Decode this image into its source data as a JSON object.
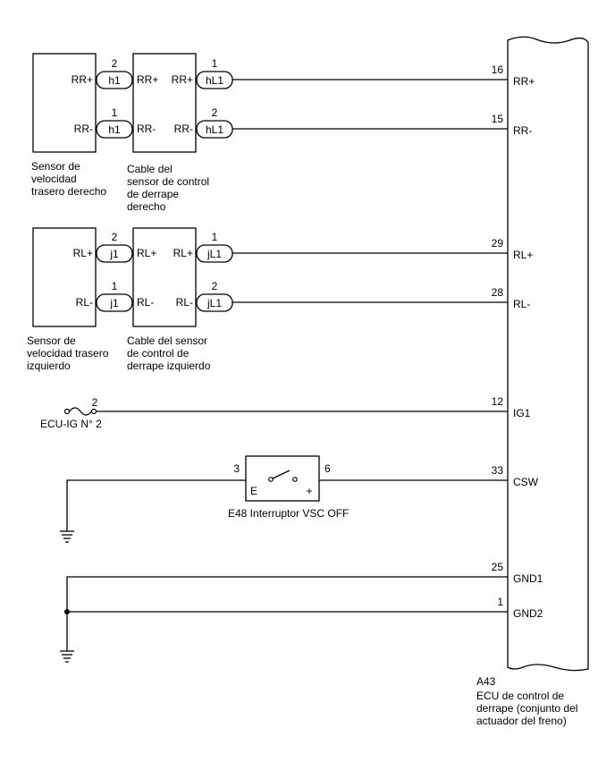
{
  "ecu": {
    "id": "A43",
    "desc_line1": "ECU de control de",
    "desc_line2": "derrape (conjunto del",
    "desc_line3": "actuador del freno)"
  },
  "rr": {
    "sensor_line1": "Sensor de",
    "sensor_line2": "velocidad",
    "sensor_line3": "trasero derecho",
    "cable_line1": "Cable del",
    "cable_line2": "sensor de control",
    "cable_line3": "de derrape",
    "cable_line4": "derecho",
    "plus": {
      "sensor_label": "RR+",
      "conn": "h1",
      "conn_pin": "2",
      "cable_left": "RR+",
      "cable_right": "RR+",
      "conn2": "hL1",
      "conn2_pin": "1",
      "ecu_pin": "16",
      "ecu_label": "RR+"
    },
    "minus": {
      "sensor_label": "RR-",
      "conn": "h1",
      "conn_pin": "1",
      "cable_left": "RR-",
      "cable_right": "RR-",
      "conn2": "hL1",
      "conn2_pin": "2",
      "ecu_pin": "15",
      "ecu_label": "RR-"
    }
  },
  "rl": {
    "sensor_line1": "Sensor de",
    "sensor_line2": "velocidad trasero",
    "sensor_line3": "izquierdo",
    "cable_line1": "Cable del sensor",
    "cable_line2": "de control de",
    "cable_line3": "derrape izquierdo",
    "plus": {
      "sensor_label": "RL+",
      "conn": "j1",
      "conn_pin": "2",
      "cable_left": "RL+",
      "cable_right": "RL+",
      "conn2": "jL1",
      "conn2_pin": "1",
      "ecu_pin": "29",
      "ecu_label": "RL+"
    },
    "minus": {
      "sensor_label": "RL-",
      "conn": "j1",
      "conn_pin": "1",
      "cable_left": "RL-",
      "cable_right": "RL-",
      "conn2": "jL1",
      "conn2_pin": "2",
      "ecu_pin": "28",
      "ecu_label": "RL-"
    }
  },
  "ig": {
    "fuse_label": "ECU-IG N° 2",
    "fuse_pin": "2",
    "ecu_pin": "12",
    "ecu_label": "IG1"
  },
  "csw": {
    "switch_label": "E48 Interruptor VSC OFF",
    "pin_left": "3",
    "pin_right": "6",
    "term_e": "E",
    "term_plus": "+",
    "ecu_pin": "33",
    "ecu_label": "CSW"
  },
  "gnd": {
    "gnd1_pin": "25",
    "gnd1_label": "GND1",
    "gnd2_pin": "1",
    "gnd2_label": "GND2"
  }
}
